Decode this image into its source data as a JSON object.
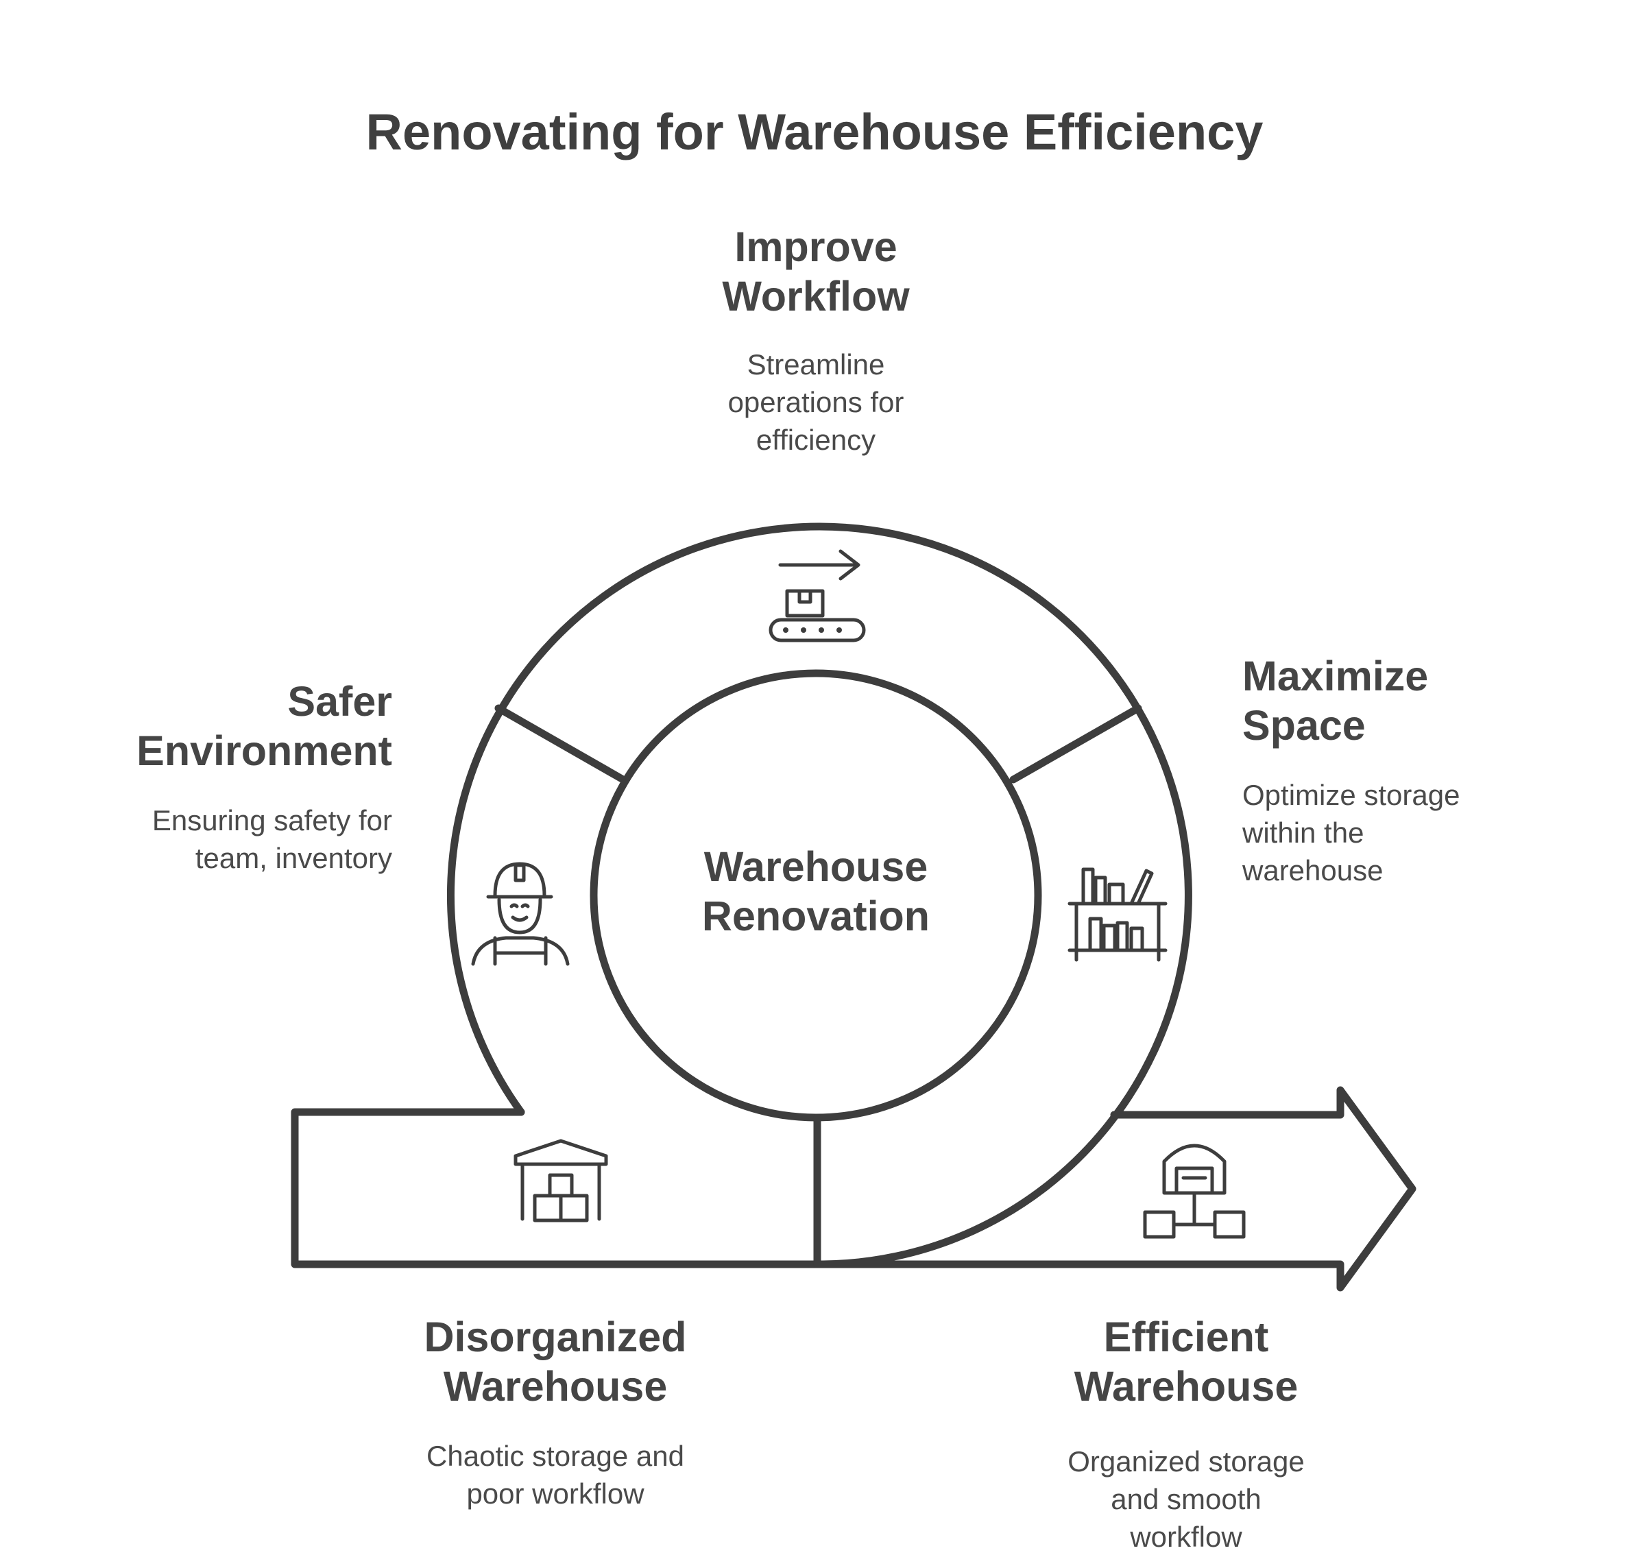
{
  "title": "Renovating for Warehouse Efficiency",
  "hub": {
    "label": "Warehouse\nRenovation"
  },
  "segments": {
    "improve": {
      "title": "Improve\nWorkflow",
      "desc": "Streamline\noperations for\nefficiency",
      "icon": "conveyor-box-icon"
    },
    "maximize": {
      "title": "Maximize\nSpace",
      "desc": "Optimize storage\nwithin the\nwarehouse",
      "icon": "shelves-icon"
    },
    "safer": {
      "title": "Safer\nEnvironment",
      "desc": "Ensuring safety for\nteam, inventory",
      "icon": "worker-helmet-icon"
    }
  },
  "start": {
    "title": "Disorganized\nWarehouse",
    "desc": "Chaotic storage and\npoor workflow",
    "icon": "tent-boxes-icon"
  },
  "end": {
    "title": "Efficient\nWarehouse",
    "desc": "Organized storage\nand smooth\nworkflow",
    "icon": "warehouse-network-icon"
  },
  "colors": {
    "stroke": "#3d3d3d",
    "text": "#454545",
    "background": "#ffffff"
  }
}
